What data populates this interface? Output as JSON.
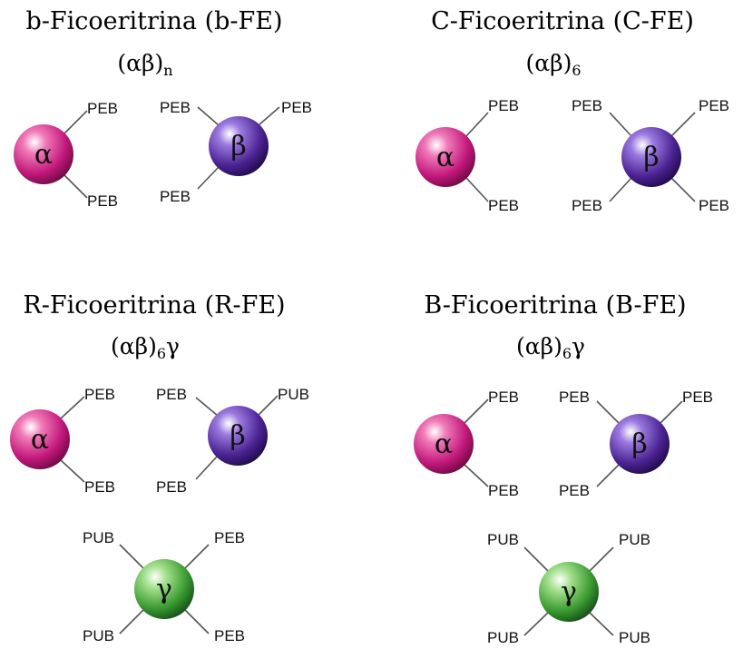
{
  "panels": [
    {
      "title": "b-Ficoeritrina (b-FE)",
      "formula": {
        "base": "(αβ)",
        "sub": "n",
        "tail": ""
      },
      "subunits": [
        {
          "name": "alpha",
          "symbol": "α",
          "color": "#c2187a",
          "labels": [
            "PEB",
            "PEB"
          ]
        },
        {
          "name": "beta",
          "symbol": "β",
          "color": "#4b2393",
          "labels": [
            "PEB",
            "PEB",
            "PEB"
          ]
        }
      ]
    },
    {
      "title": "C-Ficoeritrina (C-FE)",
      "formula": {
        "base": "(αβ)",
        "sub": "6",
        "tail": ""
      },
      "subunits": [
        {
          "name": "alpha",
          "symbol": "α",
          "color": "#c2187a",
          "labels": [
            "PEB",
            "PEB"
          ]
        },
        {
          "name": "beta",
          "symbol": "β",
          "color": "#4b2393",
          "labels": [
            "PEB",
            "PEB",
            "PEB",
            "PEB"
          ]
        }
      ]
    },
    {
      "title": "R-Ficoeritrina (R-FE)",
      "formula": {
        "base": "(αβ)",
        "sub": "6",
        "tail": "γ"
      },
      "subunits": [
        {
          "name": "alpha",
          "symbol": "α",
          "color": "#c2187a",
          "labels": [
            "PEB",
            "PEB"
          ]
        },
        {
          "name": "beta",
          "symbol": "β",
          "color": "#4b2393",
          "labels": [
            "PEB",
            "PUB",
            "PEB"
          ]
        },
        {
          "name": "gamma",
          "symbol": "γ",
          "color": "#3a9a30",
          "labels": [
            "PUB",
            "PEB",
            "PUB",
            "PEB"
          ]
        }
      ]
    },
    {
      "title": "B-Ficoeritrina (B-FE)",
      "formula": {
        "base": "(αβ)",
        "sub": "6",
        "tail": "γ"
      },
      "subunits": [
        {
          "name": "alpha",
          "symbol": "α",
          "color": "#c2187a",
          "labels": [
            "PEB",
            "PEB"
          ]
        },
        {
          "name": "beta",
          "symbol": "β",
          "color": "#4b2393",
          "labels": [
            "PEB",
            "PEB",
            "PEB"
          ]
        },
        {
          "name": "gamma",
          "symbol": "γ",
          "color": "#3a9a30",
          "labels": [
            "PUB",
            "PUB",
            "PUB",
            "PUB"
          ]
        }
      ]
    }
  ]
}
